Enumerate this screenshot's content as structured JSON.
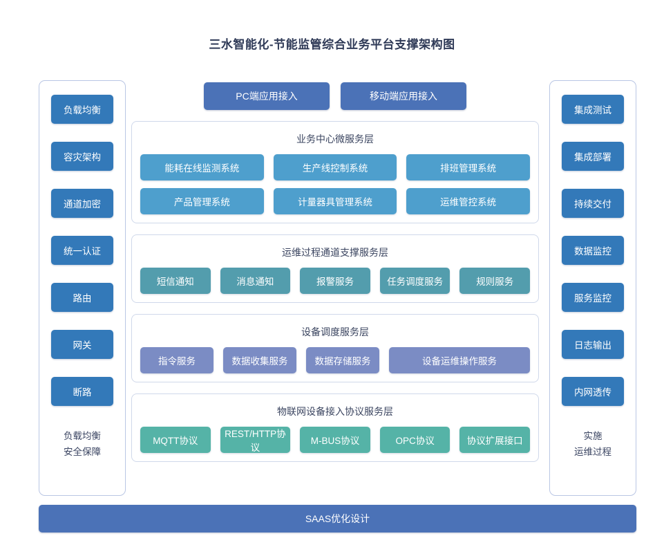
{
  "title": "三水智能化-节能监管综合业务平台支撑架构图",
  "colors": {
    "title_text": "#2f3a57",
    "sidebar_button": "#3379b9",
    "access_box": "#4b72b7",
    "business_layer": "#4e9fcd",
    "channel_layer": "#539dad",
    "device_layer": "#7b8cc4",
    "iot_layer": "#55b3a7",
    "saas_bar": "#4b72b7",
    "panel_border": "#cfd8ea",
    "column_border": "#b9c6e4"
  },
  "left_column": {
    "items": [
      {
        "label": "负载均衡"
      },
      {
        "label": "容灾架构"
      },
      {
        "label": "通道加密"
      },
      {
        "label": "统一认证"
      },
      {
        "label": "路由"
      },
      {
        "label": "网关"
      },
      {
        "label": "断路"
      }
    ],
    "footer_line1": "负载均衡",
    "footer_line2": "安全保障"
  },
  "right_column": {
    "items": [
      {
        "label": "集成测试"
      },
      {
        "label": "集成部署"
      },
      {
        "label": "持续交付"
      },
      {
        "label": "数据监控"
      },
      {
        "label": "服务监控"
      },
      {
        "label": "日志输出"
      },
      {
        "label": "内网透传"
      }
    ],
    "footer_line1": "实施",
    "footer_line2": "运维过程"
  },
  "access_row": {
    "items": [
      {
        "label": "PC端应用接入"
      },
      {
        "label": "移动端应用接入"
      }
    ]
  },
  "layers": [
    {
      "key": "business",
      "title": "业务中心微服务层",
      "rows": [
        [
          {
            "label": "能耗在线监测系统"
          },
          {
            "label": "生产线控制系统"
          },
          {
            "label": "排班管理系统"
          }
        ],
        [
          {
            "label": "产品管理系统"
          },
          {
            "label": "计量器具管理系统"
          },
          {
            "label": "运维管控系统"
          }
        ]
      ]
    },
    {
      "key": "channel",
      "title": "运维过程通道支撑服务层",
      "rows": [
        [
          {
            "label": "短信通知"
          },
          {
            "label": "消息通知"
          },
          {
            "label": "报警服务"
          },
          {
            "label": "任务调度服务"
          },
          {
            "label": "规则服务"
          }
        ]
      ]
    },
    {
      "key": "device",
      "title": "设备调度服务层",
      "rows": [
        [
          {
            "label": "指令服务"
          },
          {
            "label": "数据收集服务"
          },
          {
            "label": "数据存储服务"
          },
          {
            "label": "设备运维操作服务",
            "wide": true
          }
        ]
      ]
    },
    {
      "key": "iot",
      "title": "物联网设备接入协议服务层",
      "rows": [
        [
          {
            "label": "MQTT协议"
          },
          {
            "label": "REST/HTTP协议"
          },
          {
            "label": "M-BUS协议"
          },
          {
            "label": "OPC协议"
          },
          {
            "label": "协议扩展接口"
          }
        ]
      ]
    }
  ],
  "saas_bar": {
    "label": "SAAS优化设计"
  }
}
